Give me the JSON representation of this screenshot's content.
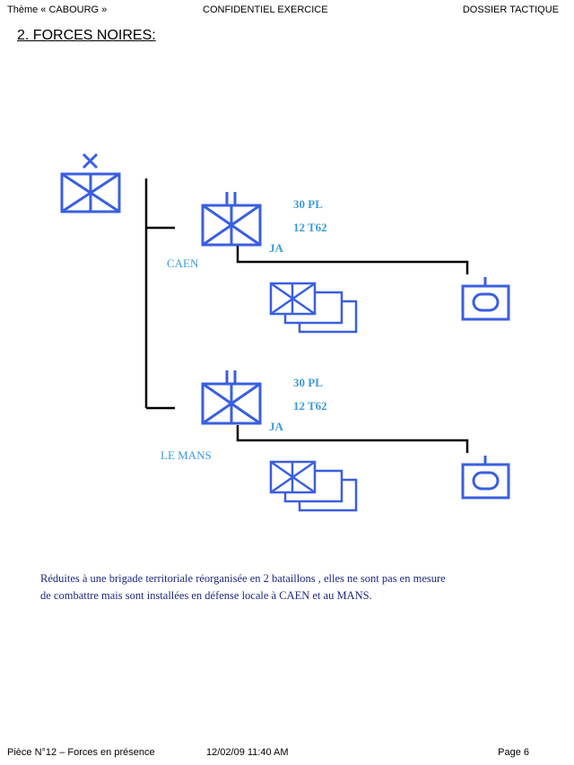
{
  "header": {
    "left": "Thème « CABOURG »",
    "center": "CONFIDENTIEL EXERCICE",
    "right": "DOSSIER TACTIQUE"
  },
  "section_title": "2. FORCES NOIRES:",
  "colors": {
    "symbol_blue": "#3a5fe0",
    "label_blue": "#3a9ad9",
    "note_text": "#202880",
    "line": "#000000"
  },
  "units": [
    {
      "city": "CAEN",
      "strength_1": "30 PL",
      "strength_2": "12 T62",
      "tag": "JA"
    },
    {
      "city": "LE MANS",
      "strength_1": "30 PL",
      "strength_2": "12 T62",
      "tag": "JA"
    }
  ],
  "note": {
    "line1": "Réduites à une brigade territoriale réorganisée en 2 bataillons , elles ne sont pas en mesure",
    "line2": "de combattre mais sont installées en défense locale à CAEN et au MANS."
  },
  "footer": {
    "left": "Pièce N°12 – Forces en présence",
    "center": "12/02/09 11:40 AM",
    "right": "Page 6"
  }
}
